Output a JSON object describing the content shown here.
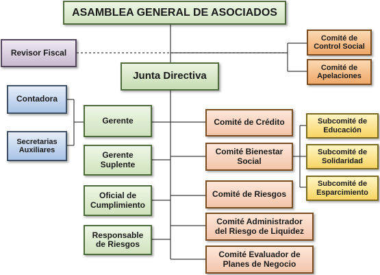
{
  "org": {
    "asamblea": "ASAMBLEA GENERAL DE ASOCIADOS",
    "revisor": "Revisor Fiscal",
    "junta": "Junta Directiva",
    "control_social": "Comité de\nControl Social",
    "apelaciones": "Comité de\nApelaciones",
    "contadora": "Contadora",
    "secretarias": "Secretarias\nAuxiliares",
    "gerente": "Gerente",
    "gerente_suplente": "Gerente\nSuplente",
    "oficial": "Oficial de\nCumplimiento",
    "responsable": "Responsable\nde Riesgos",
    "credito": "Comité de Crédito",
    "bienestar": "Comité Bienestar\nSocial",
    "riesgos": "Comité de Riesgos",
    "liquidez": "Comité Administrador\ndel Riesgo de Liquidez",
    "planes": "Comité Evaluador de\nPlanes de Negocio",
    "educacion": "Subcomité de\nEducación",
    "solidaridad": "Subcomité de\nSolidaridad",
    "esparcimiento": "Subcomité de\nEsparcimiento"
  }
}
